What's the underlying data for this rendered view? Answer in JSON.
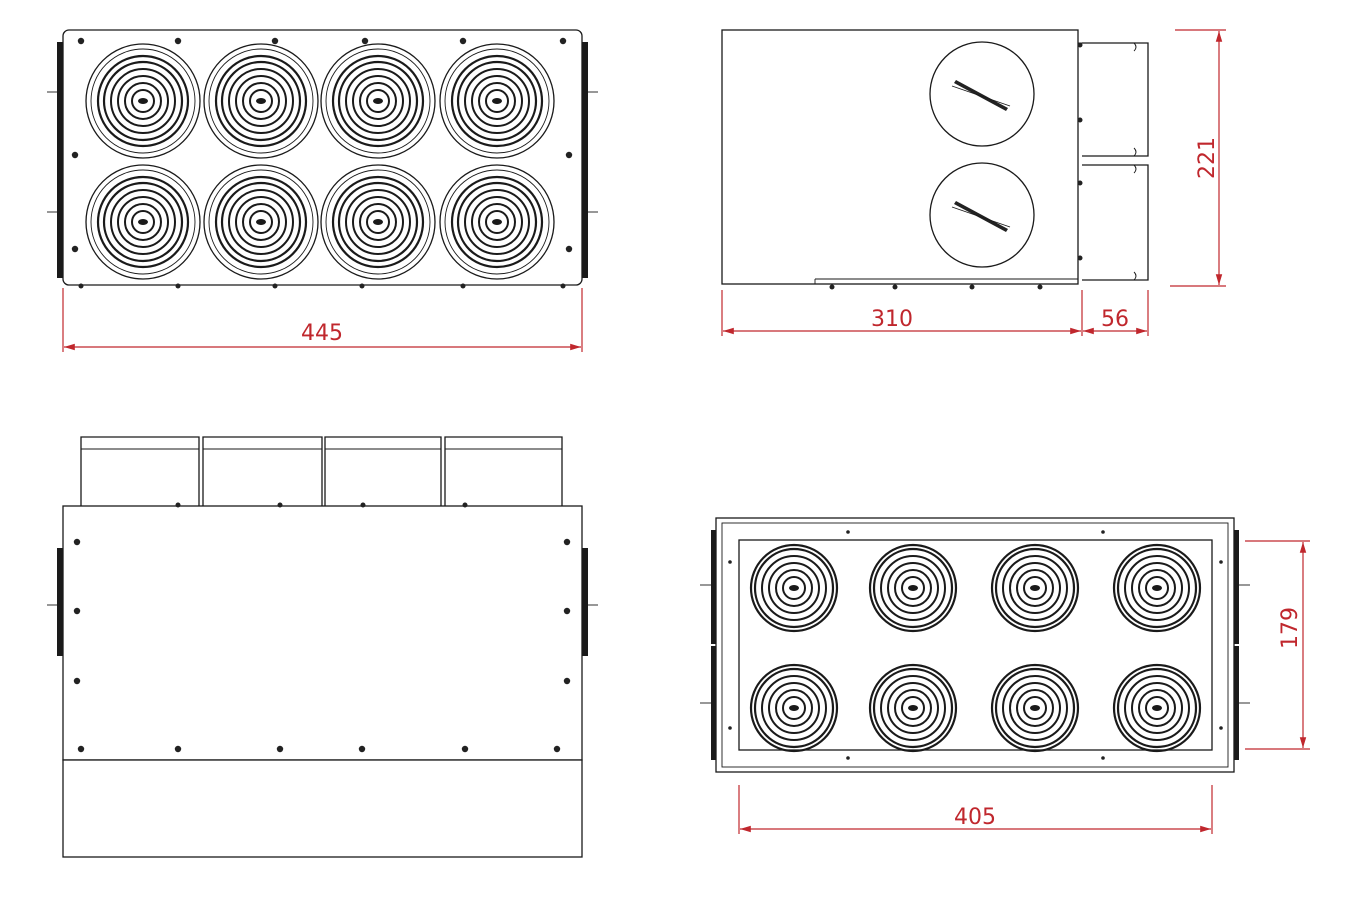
{
  "colors": {
    "dimension": "#c0272d",
    "outline": "#1a1a1a",
    "background": "#ffffff"
  },
  "dimensions": {
    "front_width": "445",
    "side_depth": "310",
    "spigot_length": "56",
    "height": "221",
    "inner_width": "405",
    "inner_height": "179"
  }
}
